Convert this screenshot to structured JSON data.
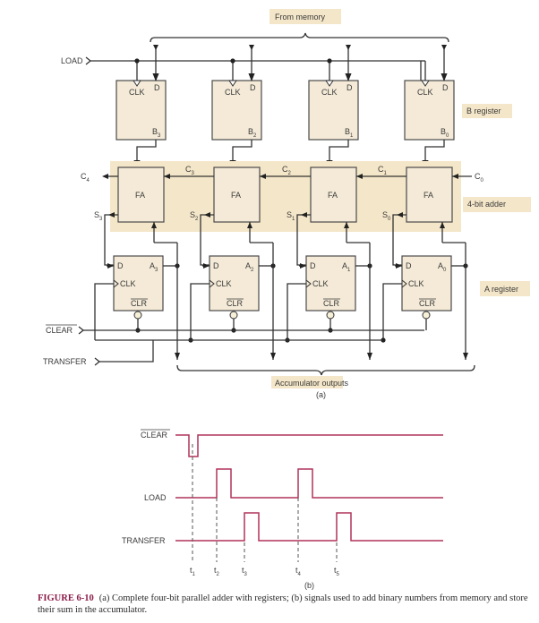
{
  "diagram": {
    "top_label": "From memory",
    "inputs": {
      "load": "LOAD",
      "clear": "CLEAR",
      "transfer": "TRANSFER"
    },
    "b_register": {
      "label": "B register",
      "cells": [
        {
          "clk": "CLK",
          "d": "D",
          "out": "B",
          "sub": "3"
        },
        {
          "clk": "CLK",
          "d": "D",
          "out": "B",
          "sub": "2"
        },
        {
          "clk": "CLK",
          "d": "D",
          "out": "B",
          "sub": "1"
        },
        {
          "clk": "CLK",
          "d": "D",
          "out": "B",
          "sub": "0"
        }
      ]
    },
    "adder": {
      "label": "4-bit adder",
      "cells": [
        {
          "name": "FA"
        },
        {
          "name": "FA"
        },
        {
          "name": "FA"
        },
        {
          "name": "FA"
        }
      ],
      "carries": [
        {
          "base": "C",
          "sub": "4"
        },
        {
          "base": "C",
          "sub": "3"
        },
        {
          "base": "C",
          "sub": "2"
        },
        {
          "base": "C",
          "sub": "1"
        },
        {
          "base": "C",
          "sub": "0"
        }
      ],
      "sums": [
        {
          "base": "S",
          "sub": "3"
        },
        {
          "base": "S",
          "sub": "2"
        },
        {
          "base": "S",
          "sub": "1"
        },
        {
          "base": "S",
          "sub": "0"
        }
      ]
    },
    "a_register": {
      "label": "A register",
      "cells": [
        {
          "d": "D",
          "clk": "CLK",
          "clr": "CLR",
          "out": "A",
          "sub": "3"
        },
        {
          "d": "D",
          "clk": "CLK",
          "clr": "CLR",
          "out": "A",
          "sub": "2"
        },
        {
          "d": "D",
          "clk": "CLK",
          "clr": "CLR",
          "out": "A",
          "sub": "1"
        },
        {
          "d": "D",
          "clk": "CLK",
          "clr": "CLR",
          "out": "A",
          "sub": "0"
        }
      ]
    },
    "bottom_label": "Accumulator outputs",
    "part_a": "(a)"
  },
  "timing": {
    "signals": [
      {
        "name": "CLEAR",
        "overbar": true,
        "idle": "high",
        "pulses": [
          [
            1.0,
            1.45
          ]
        ],
        "active": "low"
      },
      {
        "name": "LOAD",
        "overbar": false,
        "idle": "low",
        "pulses": [
          [
            2.0,
            2.7
          ],
          [
            4.0,
            4.7
          ]
        ],
        "active": "high"
      },
      {
        "name": "TRANSFER",
        "overbar": false,
        "idle": "low",
        "pulses": [
          [
            3.0,
            3.7
          ],
          [
            5.0,
            5.7
          ]
        ],
        "active": "high"
      }
    ],
    "markers": [
      {
        "base": "t",
        "sub": "1"
      },
      {
        "base": "t",
        "sub": "2"
      },
      {
        "base": "t",
        "sub": "3"
      },
      {
        "base": "t",
        "sub": "4"
      },
      {
        "base": "t",
        "sub": "5"
      }
    ],
    "part_b": "(b)",
    "color": "#b0335a"
  },
  "caption": {
    "figure": "FIGURE 6-10",
    "text": "(a) Complete four-bit parallel adder with registers; (b) signals used to add binary numbers from memory and store their sum in the accumulator."
  }
}
